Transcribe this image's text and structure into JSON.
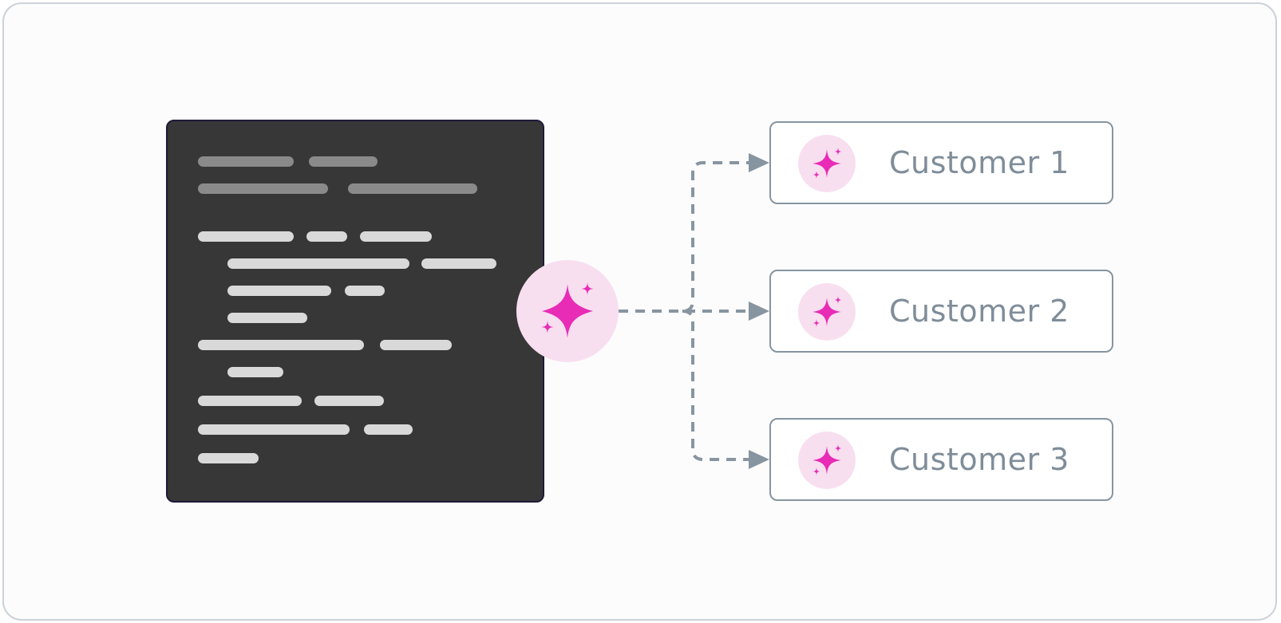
{
  "diagram": {
    "hub_icon": "sparkle-icon",
    "customers": [
      {
        "label": "Customer 1",
        "icon": "sparkle-icon"
      },
      {
        "label": "Customer 2",
        "icon": "sparkle-icon"
      },
      {
        "label": "Customer 3",
        "icon": "sparkle-icon"
      }
    ],
    "colors": {
      "editor_bg": "#373737",
      "accent": "#e82cb5",
      "badge_bg": "#f8dff0",
      "connector": "#8795a1",
      "customer_text": "#7f8d99"
    }
  }
}
